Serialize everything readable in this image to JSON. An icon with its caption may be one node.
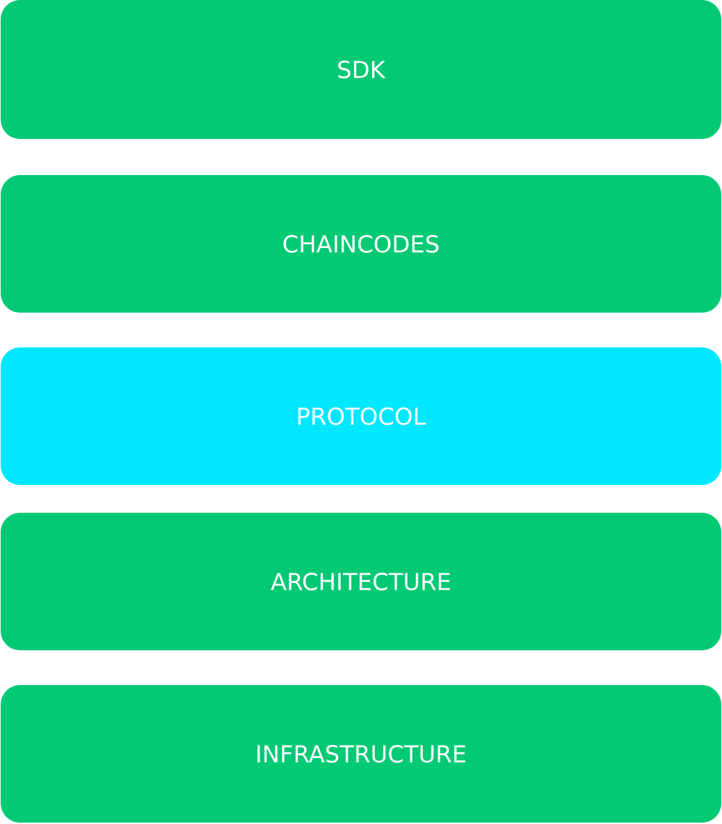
{
  "diagram": {
    "nodes": [
      {
        "text": [
          "SDK"
        ]
      },
      {
        "text": [
          "CHAINCODES"
        ]
      },
      {
        "text": [
          "PROTOCOL"
        ]
      },
      {
        "text": [
          "ARCHITECTURE"
        ]
      },
      {
        "text": [
          "INFRASTRUCTURE"
        ]
      }
    ]
  }
}
